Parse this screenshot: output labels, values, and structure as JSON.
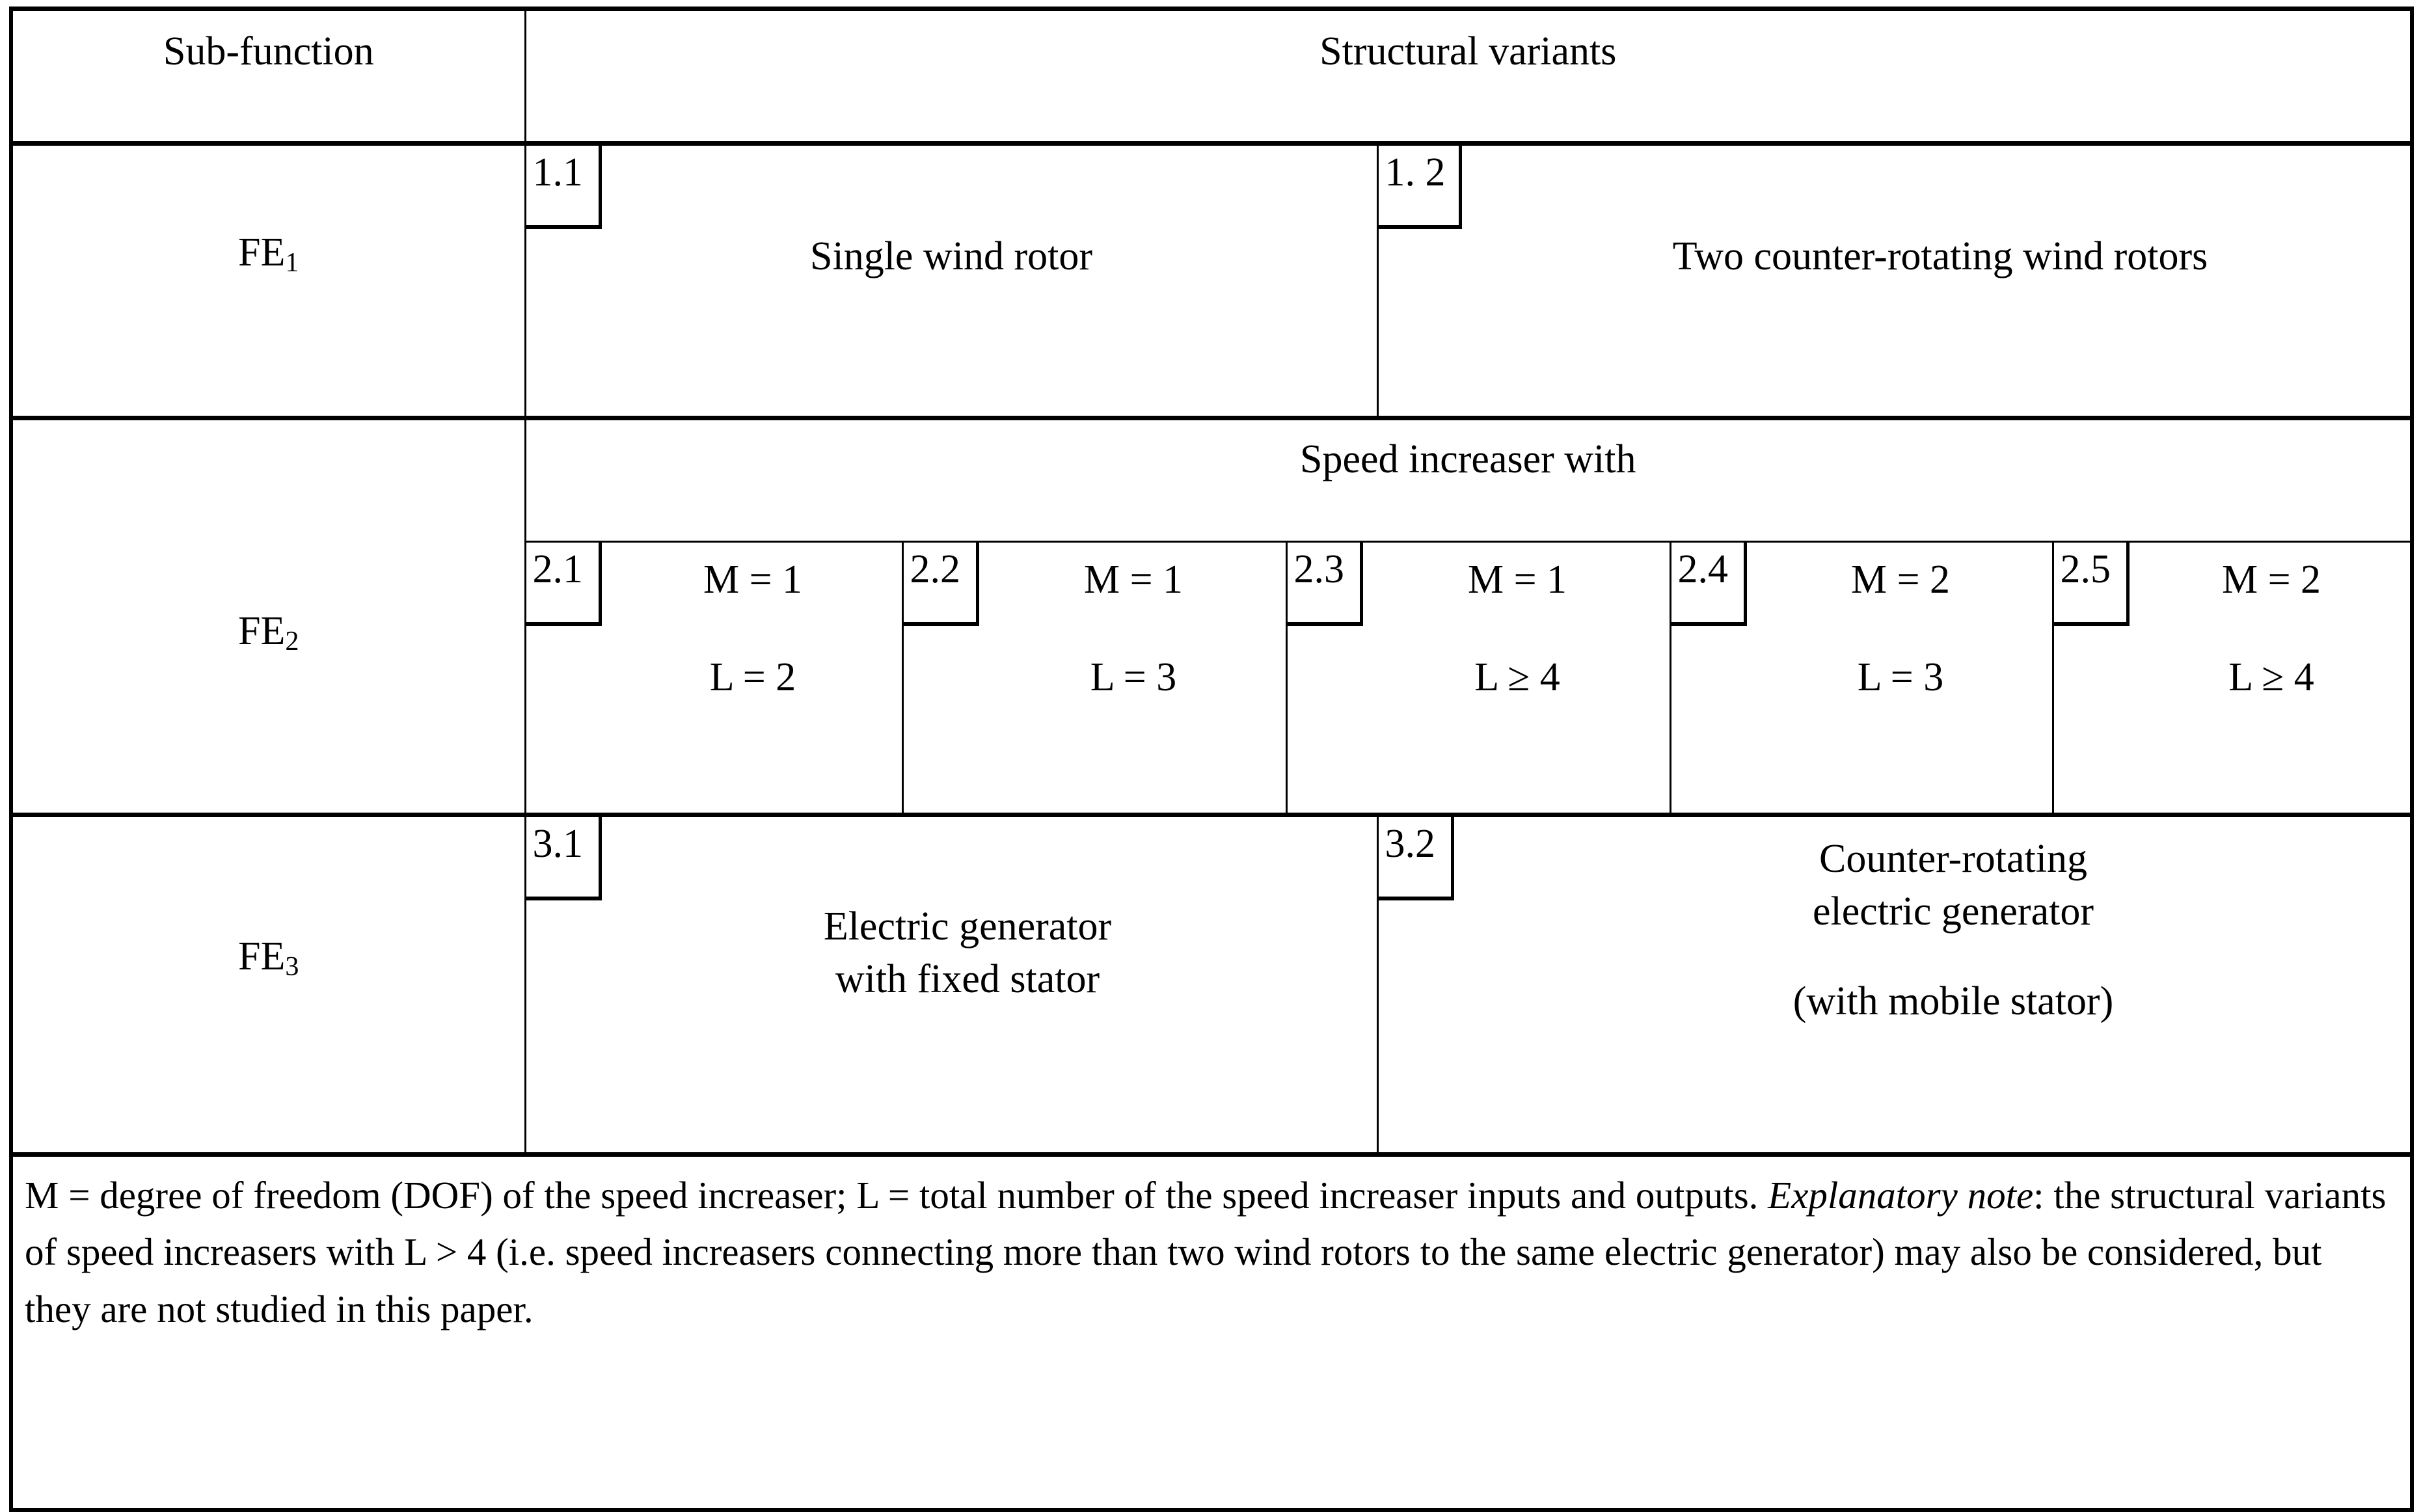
{
  "table": {
    "header": {
      "col_subfunction": "Sub-function",
      "col_variants": "Structural variants"
    },
    "rows": [
      {
        "label_base": "FE",
        "label_sub": "1",
        "group_title": "",
        "variants": [
          {
            "tag": "1.1",
            "text": "Single wind rotor"
          },
          {
            "tag": "1. 2",
            "text": "Two counter-rotating wind rotors"
          }
        ]
      },
      {
        "label_base": "FE",
        "label_sub": "2",
        "group_title": "Speed increaser with",
        "variants": [
          {
            "tag": "2.1",
            "line1": "M = 1",
            "line2": "L = 2"
          },
          {
            "tag": "2.2",
            "line1": "M = 1",
            "line2": "L = 3"
          },
          {
            "tag": "2.3",
            "line1": "M = 1",
            "line2": "L ≥ 4"
          },
          {
            "tag": "2.4",
            "line1": "M = 2",
            "line2": "L = 3"
          },
          {
            "tag": "2.5",
            "line1": "M = 2",
            "line2": "L ≥ 4"
          }
        ]
      },
      {
        "label_base": "FE",
        "label_sub": "3",
        "group_title": "",
        "variants": [
          {
            "tag": "3.1",
            "line1": "Electric generator",
            "line2": "with fixed stator"
          },
          {
            "tag": "3.2",
            "line1": "Counter-rotating",
            "line2": "electric generator",
            "line3": "(with mobile stator)"
          }
        ]
      }
    ],
    "footnote": {
      "part1": "M = degree of freedom (DOF) of the speed increaser; L = total number of the speed increaser inputs and outputs. ",
      "emphasis": "Explanatory note",
      "part2": ": the structural variants of speed increasers with L > 4 (i.e. speed increasers connecting more than two wind rotors to the same electric generator) may also be considered, but they are not studied in this paper."
    }
  }
}
